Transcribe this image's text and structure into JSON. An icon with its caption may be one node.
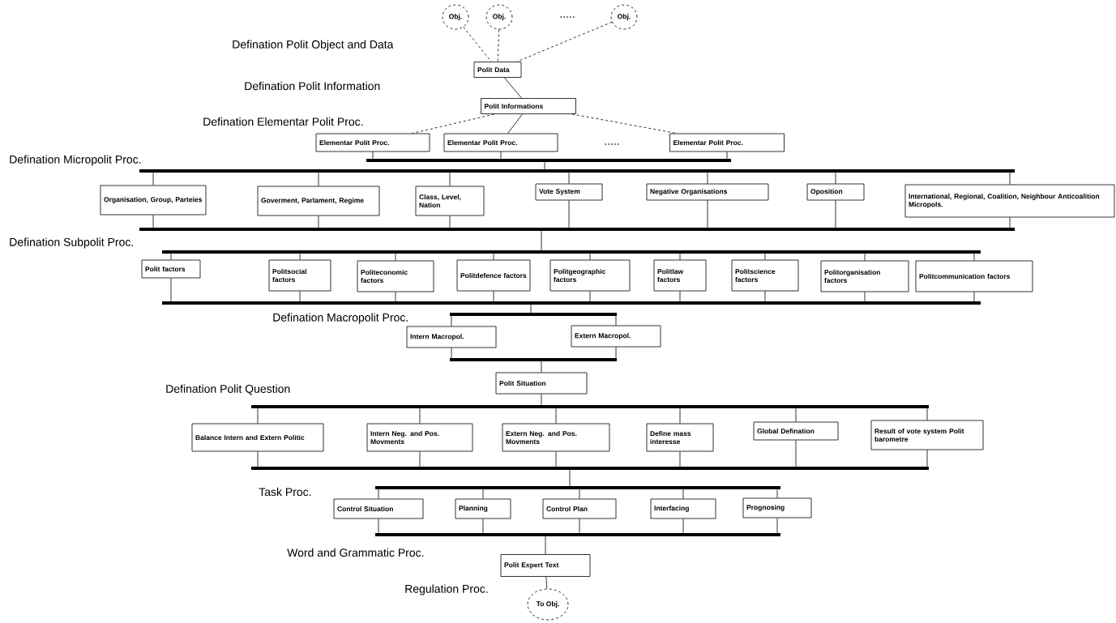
{
  "diagram": {
    "nodes": [
      {
        "text": [
          "Obj."
        ]
      },
      {
        "text": [
          "Obj."
        ]
      },
      {
        "text": [
          "Obj."
        ]
      },
      {
        "text": [
          "Polit Data"
        ]
      },
      {
        "text": [
          "Polit Informations"
        ]
      },
      {
        "text": [
          "Elementar Polit Proc."
        ]
      },
      {
        "text": [
          "Elementar Polit Proc."
        ]
      },
      {
        "text": [
          "Elementar Polit Proc."
        ]
      },
      {
        "text": [],
        "shape": "bar"
      },
      {
        "text": [],
        "shape": "bar"
      },
      {
        "text": [
          "Organisation, Group, Parteies"
        ]
      },
      {
        "text": [
          "Goverment, Parlament, Regime"
        ]
      },
      {
        "text": [
          "Class, Level, Nation"
        ]
      },
      {
        "text": [
          "Vote System"
        ]
      },
      {
        "text": [
          "Negative Organisations"
        ]
      },
      {
        "text": [
          "Oposition"
        ]
      },
      {
        "text": [
          "International, Regional, Coalition, Neighbour Anticoalition Micropols."
        ]
      },
      {
        "text": [],
        "shape": "bar"
      },
      {
        "text": [],
        "shape": "bar"
      },
      {
        "text": [
          "Polit factors"
        ]
      },
      {
        "text": [
          "Politsocial factors"
        ]
      },
      {
        "text": [
          "Politeconomic factors"
        ]
      },
      {
        "text": [
          "Politdefence factors"
        ]
      },
      {
        "text": [
          "Politgeographic factors"
        ]
      },
      {
        "text": [
          "Politlaw factors"
        ]
      },
      {
        "text": [
          "Politscience factors"
        ]
      },
      {
        "text": [
          "Politorganisation factors"
        ]
      },
      {
        "text": [
          "Politcommunication factors"
        ]
      },
      {
        "text": [],
        "shape": "bar"
      },
      {
        "text": [],
        "shape": "bar"
      },
      {
        "text": [
          "Intern Macropol."
        ]
      },
      {
        "text": [
          "Extern Macropol."
        ]
      },
      {
        "text": [],
        "shape": "bar"
      },
      {
        "text": [
          "Polit Situation"
        ]
      },
      {
        "text": [],
        "shape": "bar"
      },
      {
        "text": [
          "Balance Intern and Extern Politic"
        ]
      },
      {
        "text": [
          "Intern Neg. and Pos. Movments"
        ]
      },
      {
        "text": [
          "Extern Neg. and Pos. Movments"
        ]
      },
      {
        "text": [
          "Define mass interesse"
        ]
      },
      {
        "text": [
          "Global Defination"
        ]
      },
      {
        "text": [
          "Result of vote system Polit barometre"
        ]
      },
      {
        "text": [],
        "shape": "bar"
      },
      {
        "text": [],
        "shape": "bar"
      },
      {
        "text": [
          "Control Situation"
        ]
      },
      {
        "text": [
          "Planning"
        ]
      },
      {
        "text": [
          "Control Plan"
        ]
      },
      {
        "text": [
          "Interfacing"
        ]
      },
      {
        "text": [
          "Prognosing"
        ]
      },
      {
        "text": [],
        "shape": "bar"
      },
      {
        "text": [
          "Polit Expert Text"
        ]
      },
      {
        "text": [
          "To Obj."
        ]
      }
    ],
    "edges": [
      {
        "from": 0,
        "to": 3,
        "arrow": "none",
        "style": "dashed"
      },
      {
        "from": 1,
        "to": 3,
        "arrow": "none",
        "style": "dashed"
      },
      {
        "from": 2,
        "to": 3,
        "arrow": "none",
        "style": "dashed"
      },
      {
        "from": 3,
        "to": 4,
        "arrow": "none"
      },
      {
        "from": 4,
        "to": 5,
        "arrow": "none",
        "style": "dashed"
      },
      {
        "from": 4,
        "to": 6,
        "arrow": "none"
      },
      {
        "from": 4,
        "to": 7,
        "arrow": "none",
        "style": "dashed"
      },
      {
        "from": 5,
        "to": 8,
        "arrow": "none"
      },
      {
        "from": 6,
        "to": 8,
        "arrow": "none"
      },
      {
        "from": 7,
        "to": 8,
        "arrow": "none"
      },
      {
        "from": 8,
        "to": 9,
        "arrow": "none"
      },
      {
        "from": 9,
        "to": 10,
        "arrow": "none"
      },
      {
        "from": 9,
        "to": 11,
        "arrow": "none"
      },
      {
        "from": 9,
        "to": 12,
        "arrow": "none"
      },
      {
        "from": 9,
        "to": 13,
        "arrow": "none"
      },
      {
        "from": 9,
        "to": 14,
        "arrow": "none"
      },
      {
        "from": 9,
        "to": 15,
        "arrow": "none"
      },
      {
        "from": 9,
        "to": 16,
        "arrow": "none"
      },
      {
        "from": 10,
        "to": 17,
        "arrow": "none"
      },
      {
        "from": 11,
        "to": 17,
        "arrow": "none"
      },
      {
        "from": 12,
        "to": 17,
        "arrow": "none"
      },
      {
        "from": 13,
        "to": 17,
        "arrow": "none"
      },
      {
        "from": 14,
        "to": 17,
        "arrow": "none"
      },
      {
        "from": 15,
        "to": 17,
        "arrow": "none"
      },
      {
        "from": 16,
        "to": 17,
        "arrow": "none"
      },
      {
        "from": 17,
        "to": 18,
        "arrow": "none"
      },
      {
        "from": 18,
        "to": 19,
        "arrow": "none"
      },
      {
        "from": 18,
        "to": 20,
        "arrow": "none"
      },
      {
        "from": 18,
        "to": 21,
        "arrow": "none"
      },
      {
        "from": 18,
        "to": 22,
        "arrow": "none"
      },
      {
        "from": 18,
        "to": 23,
        "arrow": "none"
      },
      {
        "from": 18,
        "to": 24,
        "arrow": "none"
      },
      {
        "from": 18,
        "to": 25,
        "arrow": "none"
      },
      {
        "from": 18,
        "to": 26,
        "arrow": "none"
      },
      {
        "from": 18,
        "to": 27,
        "arrow": "none"
      },
      {
        "from": 19,
        "to": 28,
        "arrow": "none"
      },
      {
        "from": 20,
        "to": 28,
        "arrow": "none"
      },
      {
        "from": 21,
        "to": 28,
        "arrow": "none"
      },
      {
        "from": 22,
        "to": 28,
        "arrow": "none"
      },
      {
        "from": 23,
        "to": 28,
        "arrow": "none"
      },
      {
        "from": 24,
        "to": 28,
        "arrow": "none"
      },
      {
        "from": 25,
        "to": 28,
        "arrow": "none"
      },
      {
        "from": 26,
        "to": 28,
        "arrow": "none"
      },
      {
        "from": 27,
        "to": 28,
        "arrow": "none"
      },
      {
        "from": 28,
        "to": 29,
        "arrow": "none"
      },
      {
        "from": 29,
        "to": 30,
        "arrow": "none"
      },
      {
        "from": 29,
        "to": 31,
        "arrow": "none"
      },
      {
        "from": 30,
        "to": 32,
        "arrow": "none"
      },
      {
        "from": 31,
        "to": 32,
        "arrow": "none"
      },
      {
        "from": 32,
        "to": 33,
        "arrow": "none"
      },
      {
        "from": 33,
        "to": 34,
        "arrow": "none"
      },
      {
        "from": 34,
        "to": 35,
        "arrow": "none"
      },
      {
        "from": 34,
        "to": 36,
        "arrow": "none"
      },
      {
        "from": 34,
        "to": 37,
        "arrow": "none"
      },
      {
        "from": 34,
        "to": 38,
        "arrow": "none"
      },
      {
        "from": 34,
        "to": 39,
        "arrow": "none"
      },
      {
        "from": 34,
        "to": 40,
        "arrow": "none"
      },
      {
        "from": 35,
        "to": 41,
        "arrow": "none"
      },
      {
        "from": 36,
        "to": 41,
        "arrow": "none"
      },
      {
        "from": 37,
        "to": 41,
        "arrow": "none"
      },
      {
        "from": 38,
        "to": 41,
        "arrow": "none"
      },
      {
        "from": 39,
        "to": 41,
        "arrow": "none"
      },
      {
        "from": 40,
        "to": 41,
        "arrow": "none"
      },
      {
        "from": 41,
        "to": 42,
        "arrow": "none"
      },
      {
        "from": 42,
        "to": 43,
        "arrow": "none"
      },
      {
        "from": 42,
        "to": 44,
        "arrow": "none"
      },
      {
        "from": 42,
        "to": 45,
        "arrow": "none"
      },
      {
        "from": 42,
        "to": 46,
        "arrow": "none"
      },
      {
        "from": 42,
        "to": 47,
        "arrow": "none"
      },
      {
        "from": 43,
        "to": 48,
        "arrow": "none"
      },
      {
        "from": 44,
        "to": 48,
        "arrow": "none"
      },
      {
        "from": 45,
        "to": 48,
        "arrow": "none"
      },
      {
        "from": 46,
        "to": 48,
        "arrow": "none"
      },
      {
        "from": 47,
        "to": 48,
        "arrow": "none"
      },
      {
        "from": 48,
        "to": 49,
        "arrow": "none"
      },
      {
        "from": 49,
        "to": 50,
        "arrow": "none"
      }
    ],
    "labels": [
      ".....",
      "Defination Polit Object and Data",
      "Defination Polit Information",
      "Defination Elementar Polit Proc.",
      ".....",
      "Defination Micropolit Proc.",
      "Defination Subpolit Proc.",
      "Defination Macropolit Proc.",
      "Defination Polit Question",
      "Task Proc.",
      "Word and Grammatic Proc.",
      "Regulation Proc."
    ]
  }
}
